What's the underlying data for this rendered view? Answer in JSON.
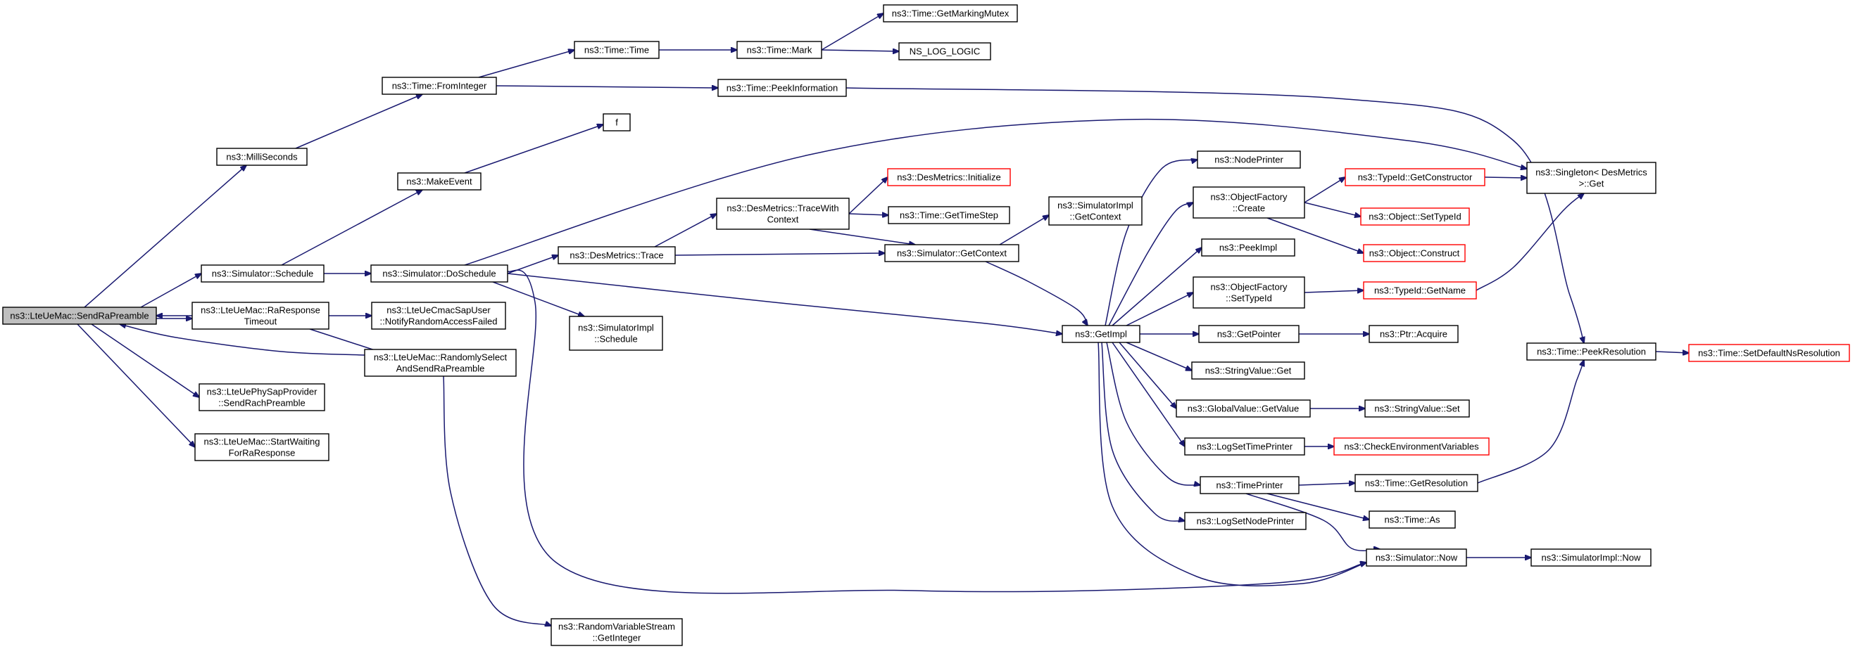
{
  "diagram": {
    "type": "call-graph",
    "colors": {
      "edge": "#191970",
      "root_fill": "#bfbfbf",
      "node_border": "#000000",
      "external_border": "#ff0000"
    },
    "nodes": [
      {
        "id": "root",
        "lines": [
          "ns3::LteUeMac::SendRaPreamble"
        ],
        "root": true
      },
      {
        "id": "milli",
        "lines": [
          "ns3::MilliSeconds"
        ]
      },
      {
        "id": "sched",
        "lines": [
          "ns3::Simulator::Schedule"
        ]
      },
      {
        "id": "raresp",
        "lines": [
          "ns3::LteUeMac::RaResponse",
          "Timeout"
        ]
      },
      {
        "id": "physap",
        "lines": [
          "ns3::LteUePhySapProvider",
          "::SendRachPreamble"
        ]
      },
      {
        "id": "startwait",
        "lines": [
          "ns3::LteUeMac::StartWaiting",
          "ForRaResponse"
        ]
      },
      {
        "id": "fromint",
        "lines": [
          "ns3::Time::FromInteger"
        ]
      },
      {
        "id": "makeevent",
        "lines": [
          "ns3::MakeEvent"
        ]
      },
      {
        "id": "dosched",
        "lines": [
          "ns3::Simulator::DoSchedule"
        ]
      },
      {
        "id": "notify",
        "lines": [
          "ns3::LteUeCmacSapUser",
          "::NotifyRandomAccessFailed"
        ]
      },
      {
        "id": "randsel",
        "lines": [
          "ns3::LteUeMac::RandomlySelect",
          "AndSendRaPreamble"
        ]
      },
      {
        "id": "randint",
        "lines": [
          "ns3::RandomVariableStream",
          "::GetInteger"
        ]
      },
      {
        "id": "timetime",
        "lines": [
          "ns3::Time::Time"
        ]
      },
      {
        "id": "f",
        "lines": [
          "f"
        ]
      },
      {
        "id": "destrace",
        "lines": [
          "ns3::DesMetrics::Trace"
        ]
      },
      {
        "id": "simimplsched",
        "lines": [
          "ns3::SimulatorImpl",
          "::Schedule"
        ]
      },
      {
        "id": "mark",
        "lines": [
          "ns3::Time::Mark"
        ]
      },
      {
        "id": "peekinfo",
        "lines": [
          "ns3::Time::PeekInformation"
        ]
      },
      {
        "id": "tracewith",
        "lines": [
          "ns3::DesMetrics::TraceWith",
          "Context"
        ]
      },
      {
        "id": "getmarking",
        "lines": [
          "ns3::Time::GetMarkingMutex"
        ]
      },
      {
        "id": "nslog",
        "lines": [
          "NS_LOG_LOGIC"
        ]
      },
      {
        "id": "desinit",
        "lines": [
          "ns3::DesMetrics::Initialize"
        ],
        "external": true
      },
      {
        "id": "gettimestep",
        "lines": [
          "ns3::Time::GetTimeStep"
        ]
      },
      {
        "id": "getcontext",
        "lines": [
          "ns3::Simulator::GetContext"
        ]
      },
      {
        "id": "simimplctx",
        "lines": [
          "ns3::SimulatorImpl",
          "::GetContext"
        ]
      },
      {
        "id": "getimpl",
        "lines": [
          "ns3::GetImpl"
        ]
      },
      {
        "id": "nodeprinter",
        "lines": [
          "ns3::NodePrinter"
        ]
      },
      {
        "id": "objcreate",
        "lines": [
          "ns3::ObjectFactory",
          "::Create"
        ]
      },
      {
        "id": "peekimpl",
        "lines": [
          "ns3::PeekImpl"
        ]
      },
      {
        "id": "objsettype",
        "lines": [
          "ns3::ObjectFactory",
          "::SetTypeId"
        ]
      },
      {
        "id": "getpointer",
        "lines": [
          "ns3::GetPointer"
        ]
      },
      {
        "id": "strget",
        "lines": [
          "ns3::StringValue::Get"
        ]
      },
      {
        "id": "gvget",
        "lines": [
          "ns3::GlobalValue::GetValue"
        ]
      },
      {
        "id": "logtime",
        "lines": [
          "ns3::LogSetTimePrinter"
        ]
      },
      {
        "id": "timeprinter",
        "lines": [
          "ns3::TimePrinter"
        ]
      },
      {
        "id": "lognode",
        "lines": [
          "ns3::LogSetNodePrinter"
        ]
      },
      {
        "id": "getctor",
        "lines": [
          "ns3::TypeId::GetConstructor"
        ],
        "external": true
      },
      {
        "id": "objsettypeid",
        "lines": [
          "ns3::Object::SetTypeId"
        ],
        "external": true
      },
      {
        "id": "objconstruct",
        "lines": [
          "ns3::Object::Construct"
        ],
        "external": true
      },
      {
        "id": "getname",
        "lines": [
          "ns3::TypeId::GetName"
        ],
        "external": true
      },
      {
        "id": "ptracq",
        "lines": [
          "ns3::Ptr::Acquire"
        ]
      },
      {
        "id": "strset",
        "lines": [
          "ns3::StringValue::Set"
        ]
      },
      {
        "id": "checkenv",
        "lines": [
          "ns3::CheckEnvironmentVariables"
        ],
        "external": true
      },
      {
        "id": "getres",
        "lines": [
          "ns3::Time::GetResolution"
        ]
      },
      {
        "id": "timeas",
        "lines": [
          "ns3::Time::As"
        ]
      },
      {
        "id": "simnow",
        "lines": [
          "ns3::Simulator::Now"
        ]
      },
      {
        "id": "singleton",
        "lines": [
          "ns3::Singleton< DesMetrics",
          " >::Get"
        ]
      },
      {
        "id": "peekres",
        "lines": [
          "ns3::Time::PeekResolution"
        ]
      },
      {
        "id": "setdefres",
        "lines": [
          "ns3::Time::SetDefaultNsResolution"
        ],
        "external": true
      },
      {
        "id": "simimplnow",
        "lines": [
          "ns3::SimulatorImpl::Now"
        ]
      }
    ],
    "edges": [
      [
        "root",
        "milli"
      ],
      [
        "root",
        "sched"
      ],
      [
        "root",
        "raresp"
      ],
      [
        "root",
        "physap"
      ],
      [
        "root",
        "startwait"
      ],
      [
        "raresp",
        "root"
      ],
      [
        "randsel",
        "root"
      ],
      [
        "milli",
        "fromint"
      ],
      [
        "fromint",
        "timetime"
      ],
      [
        "fromint",
        "peekinfo"
      ],
      [
        "timetime",
        "mark"
      ],
      [
        "mark",
        "getmarking"
      ],
      [
        "mark",
        "nslog"
      ],
      [
        "peekinfo",
        "peekres"
      ],
      [
        "sched",
        "makeevent"
      ],
      [
        "sched",
        "dosched"
      ],
      [
        "makeevent",
        "f"
      ],
      [
        "dosched",
        "destrace"
      ],
      [
        "dosched",
        "simimplsched"
      ],
      [
        "dosched",
        "getimpl"
      ],
      [
        "dosched",
        "singleton"
      ],
      [
        "dosched",
        "simnow"
      ],
      [
        "destrace",
        "tracewith"
      ],
      [
        "destrace",
        "getcontext"
      ],
      [
        "tracewith",
        "desinit"
      ],
      [
        "tracewith",
        "gettimestep"
      ],
      [
        "tracewith",
        "getcontext"
      ],
      [
        "getcontext",
        "simimplctx"
      ],
      [
        "getcontext",
        "getimpl"
      ],
      [
        "raresp",
        "notify"
      ],
      [
        "raresp",
        "randsel"
      ],
      [
        "randsel",
        "randint"
      ],
      [
        "getimpl",
        "nodeprinter"
      ],
      [
        "getimpl",
        "objcreate"
      ],
      [
        "getimpl",
        "peekimpl"
      ],
      [
        "getimpl",
        "objsettype"
      ],
      [
        "getimpl",
        "getpointer"
      ],
      [
        "getimpl",
        "strget"
      ],
      [
        "getimpl",
        "gvget"
      ],
      [
        "getimpl",
        "logtime"
      ],
      [
        "getimpl",
        "timeprinter"
      ],
      [
        "getimpl",
        "lognode"
      ],
      [
        "getimpl",
        "simnow"
      ],
      [
        "objcreate",
        "getctor"
      ],
      [
        "objcreate",
        "objsettypeid"
      ],
      [
        "objcreate",
        "objconstruct"
      ],
      [
        "objsettype",
        "getname"
      ],
      [
        "getctor",
        "singleton"
      ],
      [
        "getname",
        "singleton"
      ],
      [
        "getpointer",
        "ptracq"
      ],
      [
        "gvget",
        "strset"
      ],
      [
        "logtime",
        "checkenv"
      ],
      [
        "timeprinter",
        "getres"
      ],
      [
        "timeprinter",
        "timeas"
      ],
      [
        "timeprinter",
        "simnow"
      ],
      [
        "getres",
        "peekres"
      ],
      [
        "peekres",
        "setdefres"
      ],
      [
        "simnow",
        "simimplnow"
      ]
    ]
  }
}
